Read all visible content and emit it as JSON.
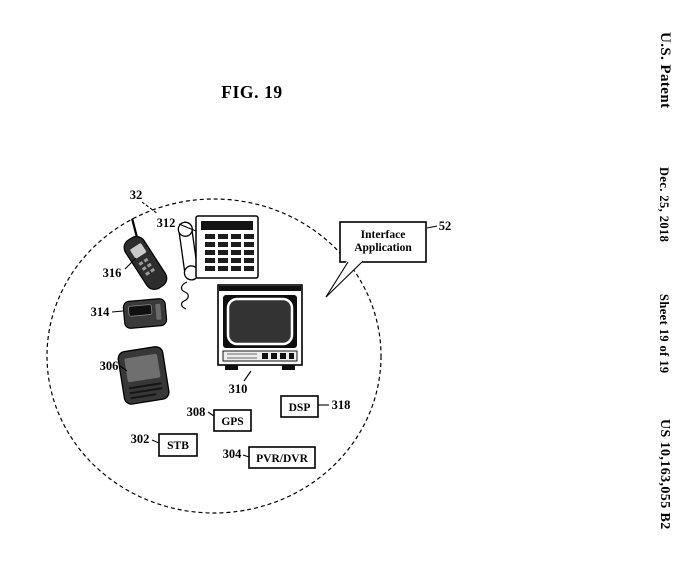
{
  "colors": {
    "ink": "#000000",
    "paper": "#ffffff"
  },
  "header": {
    "publication": "U.S. Patent",
    "date": "Dec. 25, 2018",
    "sheet": "Sheet 19 of 19",
    "patent_number": "US 10,163,055 B2"
  },
  "figure": {
    "title": "FIG. 19",
    "callout": {
      "ref": "52",
      "line1": "Interface",
      "line2": "Application"
    },
    "refs": {
      "group": "32",
      "desk_phone": "312",
      "cordless_phone": "316",
      "pager": "314",
      "handheld": "306",
      "tv": "310",
      "gps": "308",
      "dsp": "318",
      "stb": "302",
      "pvr": "304"
    },
    "boxes": {
      "gps": "GPS",
      "dsp": "DSP",
      "stb": "STB",
      "pvr": "PVR/DVR"
    }
  }
}
